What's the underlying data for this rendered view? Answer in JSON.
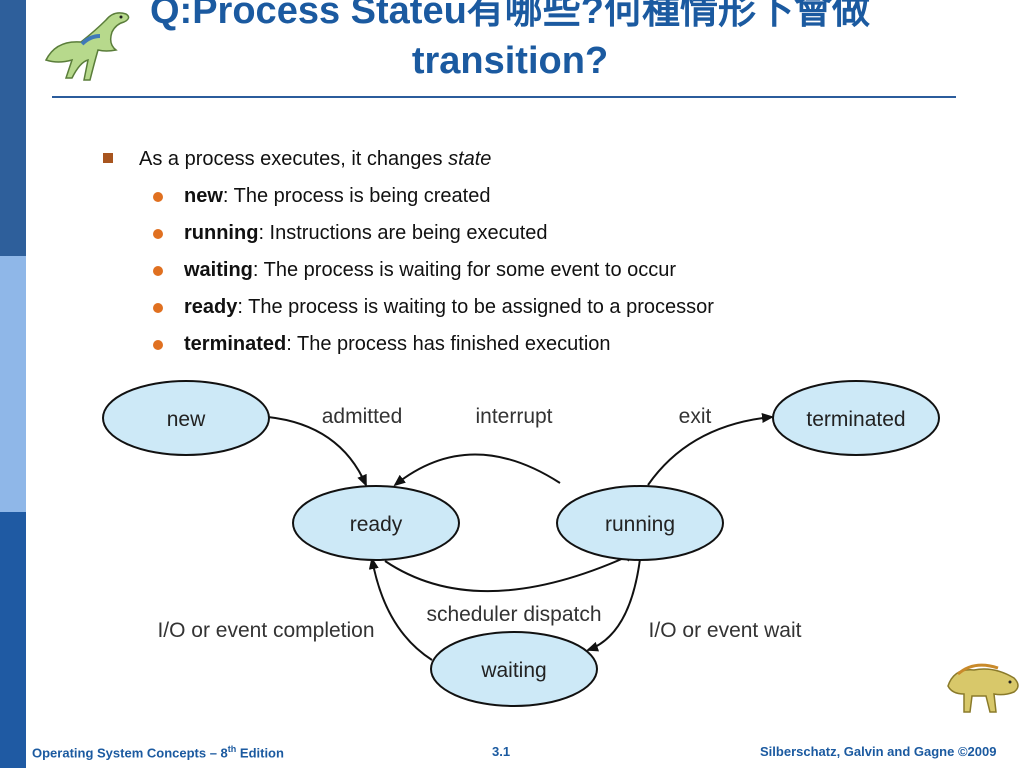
{
  "slide": {
    "title": "Q:Process Stateu有哪些?何種情形下會做 transition?",
    "bullet": {
      "prefix": "As a process executes, it changes ",
      "emph": "state"
    },
    "states": [
      {
        "term": "new",
        "desc": ":  The process is being created"
      },
      {
        "term": "running",
        "desc": ":  Instructions are being executed"
      },
      {
        "term": "waiting",
        "desc": ":  The process is waiting for some event to occur"
      },
      {
        "term": "ready",
        "desc": ":  The process is waiting to be assigned to a processor"
      },
      {
        "term": "terminated",
        "desc": ":  The process has finished execution"
      }
    ]
  },
  "diagram": {
    "nodes": {
      "new": "new",
      "ready": "ready",
      "running": "running",
      "waiting": "waiting",
      "terminated": "terminated"
    },
    "edges": {
      "admitted": "admitted",
      "interrupt": "interrupt",
      "exit": "exit",
      "dispatch": "scheduler dispatch",
      "io_completion": "I/O or event completion",
      "io_wait": "I/O or event wait"
    },
    "colors": {
      "node_fill": "#cde9f7",
      "stroke": "#111111"
    }
  },
  "footer": {
    "left_a": "Operating System Concepts – 8",
    "left_sup": "th",
    "left_b": " Edition",
    "page": "3.1",
    "right": "Silberschatz, Galvin and Gagne ©2009"
  },
  "icons": [
    "dinosaur-top-left",
    "dinosaur-bottom-right"
  ]
}
